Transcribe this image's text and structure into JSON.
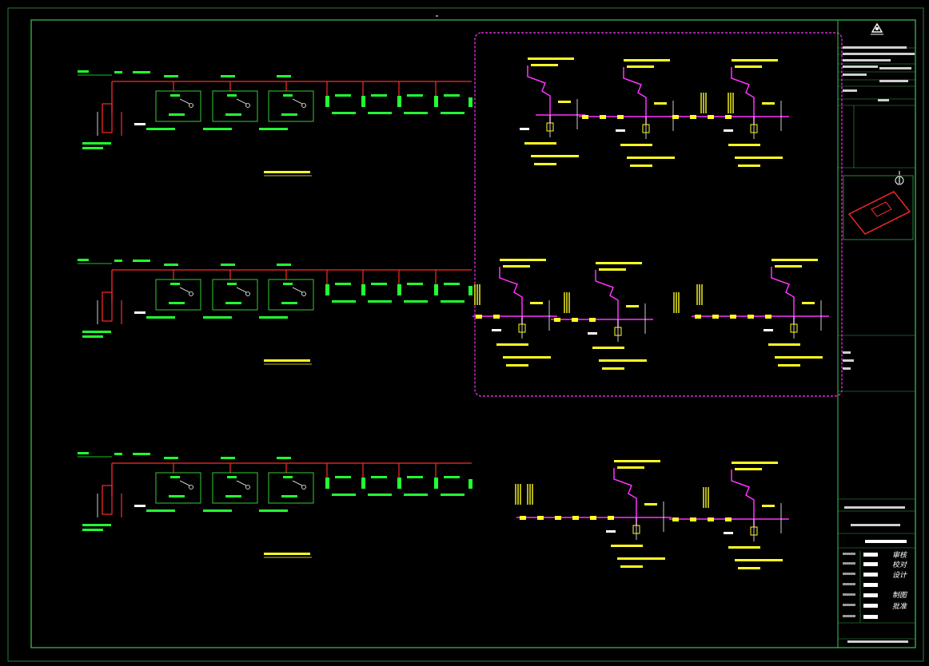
{
  "title_block": {
    "logo": "logo-icon",
    "signatures": [
      "审核",
      "校对",
      "设计",
      "制图",
      "批准"
    ]
  },
  "colors": {
    "background": "#000000",
    "frame": "#33aa44",
    "supply_pipe": "#ff2a2a",
    "green_text": "#22ff33",
    "yellow": "#ffff22",
    "magenta": "#ff33ff",
    "white": "#ffffff",
    "key_plan": "#ff2a2a"
  }
}
